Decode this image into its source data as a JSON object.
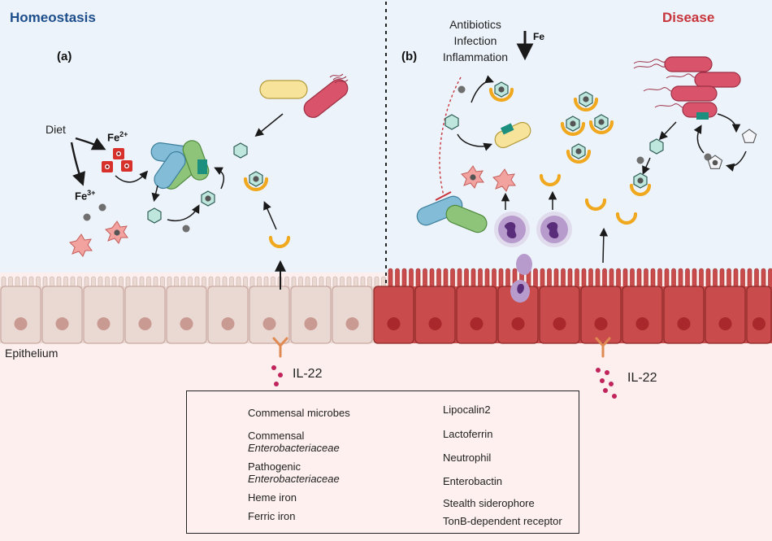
{
  "titles": {
    "homeostasis": "Homeostasis",
    "disease": "Disease"
  },
  "panels": {
    "a": "(a)",
    "b": "(b)"
  },
  "labels": {
    "diet": "Diet",
    "fe2_base": "Fe",
    "fe2_sup": "2+",
    "fe3_base": "Fe",
    "fe3_sup": "3+",
    "fe_down": "Fe",
    "epithelium": "Epithelium",
    "il22_left": "IL-22",
    "il22_right": "IL-22"
  },
  "stressors": [
    "Antibiotics",
    "Infection",
    "Inflammation"
  ],
  "legend": {
    "commensal_microbes": "Commensal microbes",
    "commensal_entero_1": "Commensal",
    "commensal_entero_2": "Enterobacteriaceae",
    "pathogenic_entero_1": "Pathogenic",
    "pathogenic_entero_2": "Enterobacteriaceae",
    "heme_iron": "Heme iron",
    "ferric_iron": "Ferric iron",
    "lipocalin2": "Lipocalin2",
    "lactoferrin": "Lactoferrin",
    "neutrophil": "Neutrophil",
    "enterobactin": "Enterobactin",
    "stealth_siderophore": "Stealth siderophore",
    "tonb_receptor": "TonB-dependent receptor"
  },
  "colors": {
    "lumen_left": "#edf3fb",
    "lumen_right": "#edf3fb",
    "tissue": "#fcefee",
    "cell_healthy": "#ead8d2",
    "cell_diseased": "#c94b4b",
    "lipocalin": "#f0a81f",
    "heme": "#d8312b",
    "ferric": "#6f6f6f",
    "enterobactin": "#bfe6dc",
    "pathogen": "#d9546a",
    "commensal_green": "#8dc47a",
    "commensal_blue": "#82bcd6",
    "commensal_yellow": "#f7e39a",
    "tonb": "#1c8f7e",
    "neutrophil": "#8b5aa8",
    "lactoferrin": "#f2a3a0",
    "homeostasis_title": "#1d4e8c",
    "disease_title": "#c7343b"
  }
}
